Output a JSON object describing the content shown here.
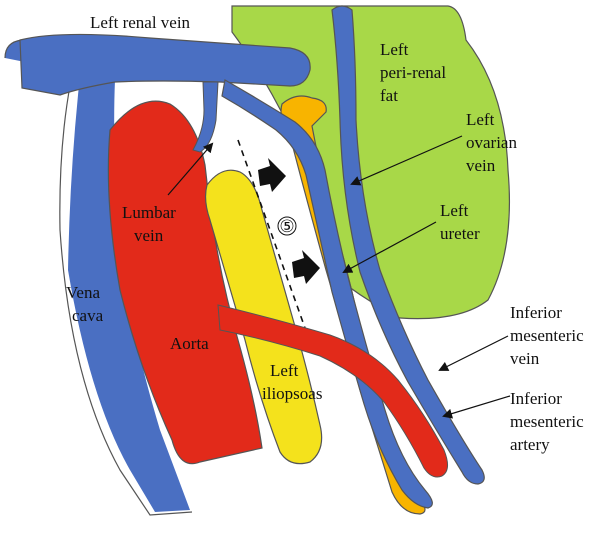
{
  "diagram": {
    "labels": {
      "left_renal_vein": "Left renal vein",
      "left_perirenal_fat": [
        "Left",
        "peri-renal",
        "fat"
      ],
      "left_ovarian_vein": [
        "Left",
        "ovarian",
        "vein"
      ],
      "left_ureter": [
        "Left",
        "ureter"
      ],
      "lumbar_vein": [
        "Lumbar",
        "vein"
      ],
      "vena_cava": [
        "Vena",
        "cava"
      ],
      "aorta": "Aorta",
      "left_iliopsoas": [
        "Left",
        "iliopsoas"
      ],
      "inferior_mesenteric_vein": [
        "Inferior",
        "mesenteric",
        "vein"
      ],
      "inferior_mesenteric_artery": [
        "Inferior",
        "mesenteric",
        "artery"
      ],
      "space_marker": "⑤"
    },
    "colors": {
      "vein": "#4a6fc2",
      "artery": "#e22a1a",
      "fat": "#a8d848",
      "psoas": "#f4e21c",
      "ureter": "#f8b400",
      "outline": "#555555",
      "arrow": "#111111"
    }
  }
}
